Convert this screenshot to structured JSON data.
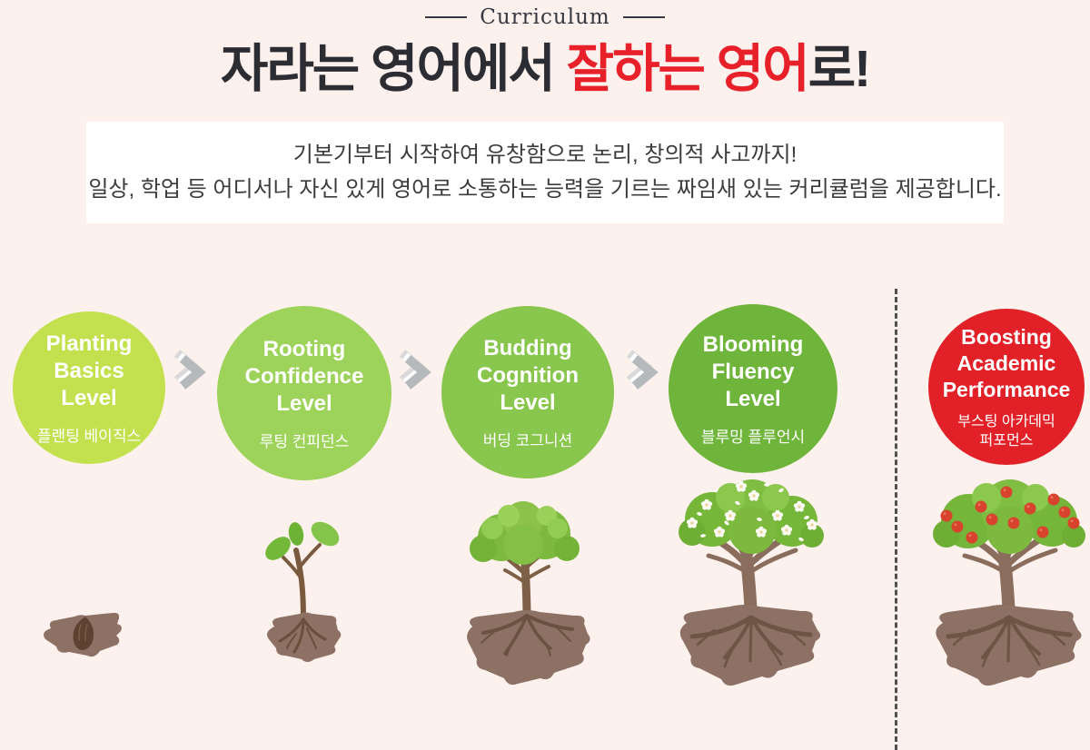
{
  "theme": {
    "background": "#fdf1ee",
    "title_color": "#2b2d33",
    "highlight_color": "#e8202a",
    "eyebrow_color": "#363841",
    "intro_background": "#ffffff",
    "intro_text_color": "#3c3c3c",
    "arrow_color": "#b6b9bb",
    "divider_color": "#4f4f4f",
    "soil_color": "#8d7164",
    "root_color": "#6b5142"
  },
  "header": {
    "eyebrow": "Curriculum",
    "title_pre": "자라는 영어에서 ",
    "title_highlight": "잘하는 영어",
    "title_post": "로!"
  },
  "intro": {
    "line1": "기본기부터 시작하여 유창함으로 논리, 창의적 사고까지!",
    "line2": "일상, 학업 등 어디서나 자신 있게 영어로 소통하는 능력을 기르는 짜임새 있는 커리큘럼을 제공합니다."
  },
  "stages": [
    {
      "en_lines": [
        "Planting",
        "Basics",
        "Level"
      ],
      "ko": "플랜팅 베이직스",
      "color": "#c3e14f",
      "illustration": "seed-in-soil"
    },
    {
      "en_lines": [
        "Rooting",
        "Confidence",
        "Level"
      ],
      "ko": "루팅 컨피던스",
      "color": "#9dd35a",
      "illustration": "sprout-with-roots"
    },
    {
      "en_lines": [
        "Budding",
        "Cognition",
        "Level"
      ],
      "ko": "버딩 코그니션",
      "color": "#89c64e",
      "illustration": "young-tree-with-roots"
    },
    {
      "en_lines": [
        "Blooming",
        "Fluency",
        "Level"
      ],
      "ko": "블루밍 플루언시",
      "color": "#70b53b",
      "illustration": "blossoming-tree-with-roots"
    },
    {
      "en_lines": [
        "Boosting",
        "Academic",
        "Performance"
      ],
      "ko_lines": [
        "부스팅 아카데믹",
        "퍼포먼스"
      ],
      "color": "#e12127",
      "illustration": "apple-tree-with-roots"
    }
  ]
}
